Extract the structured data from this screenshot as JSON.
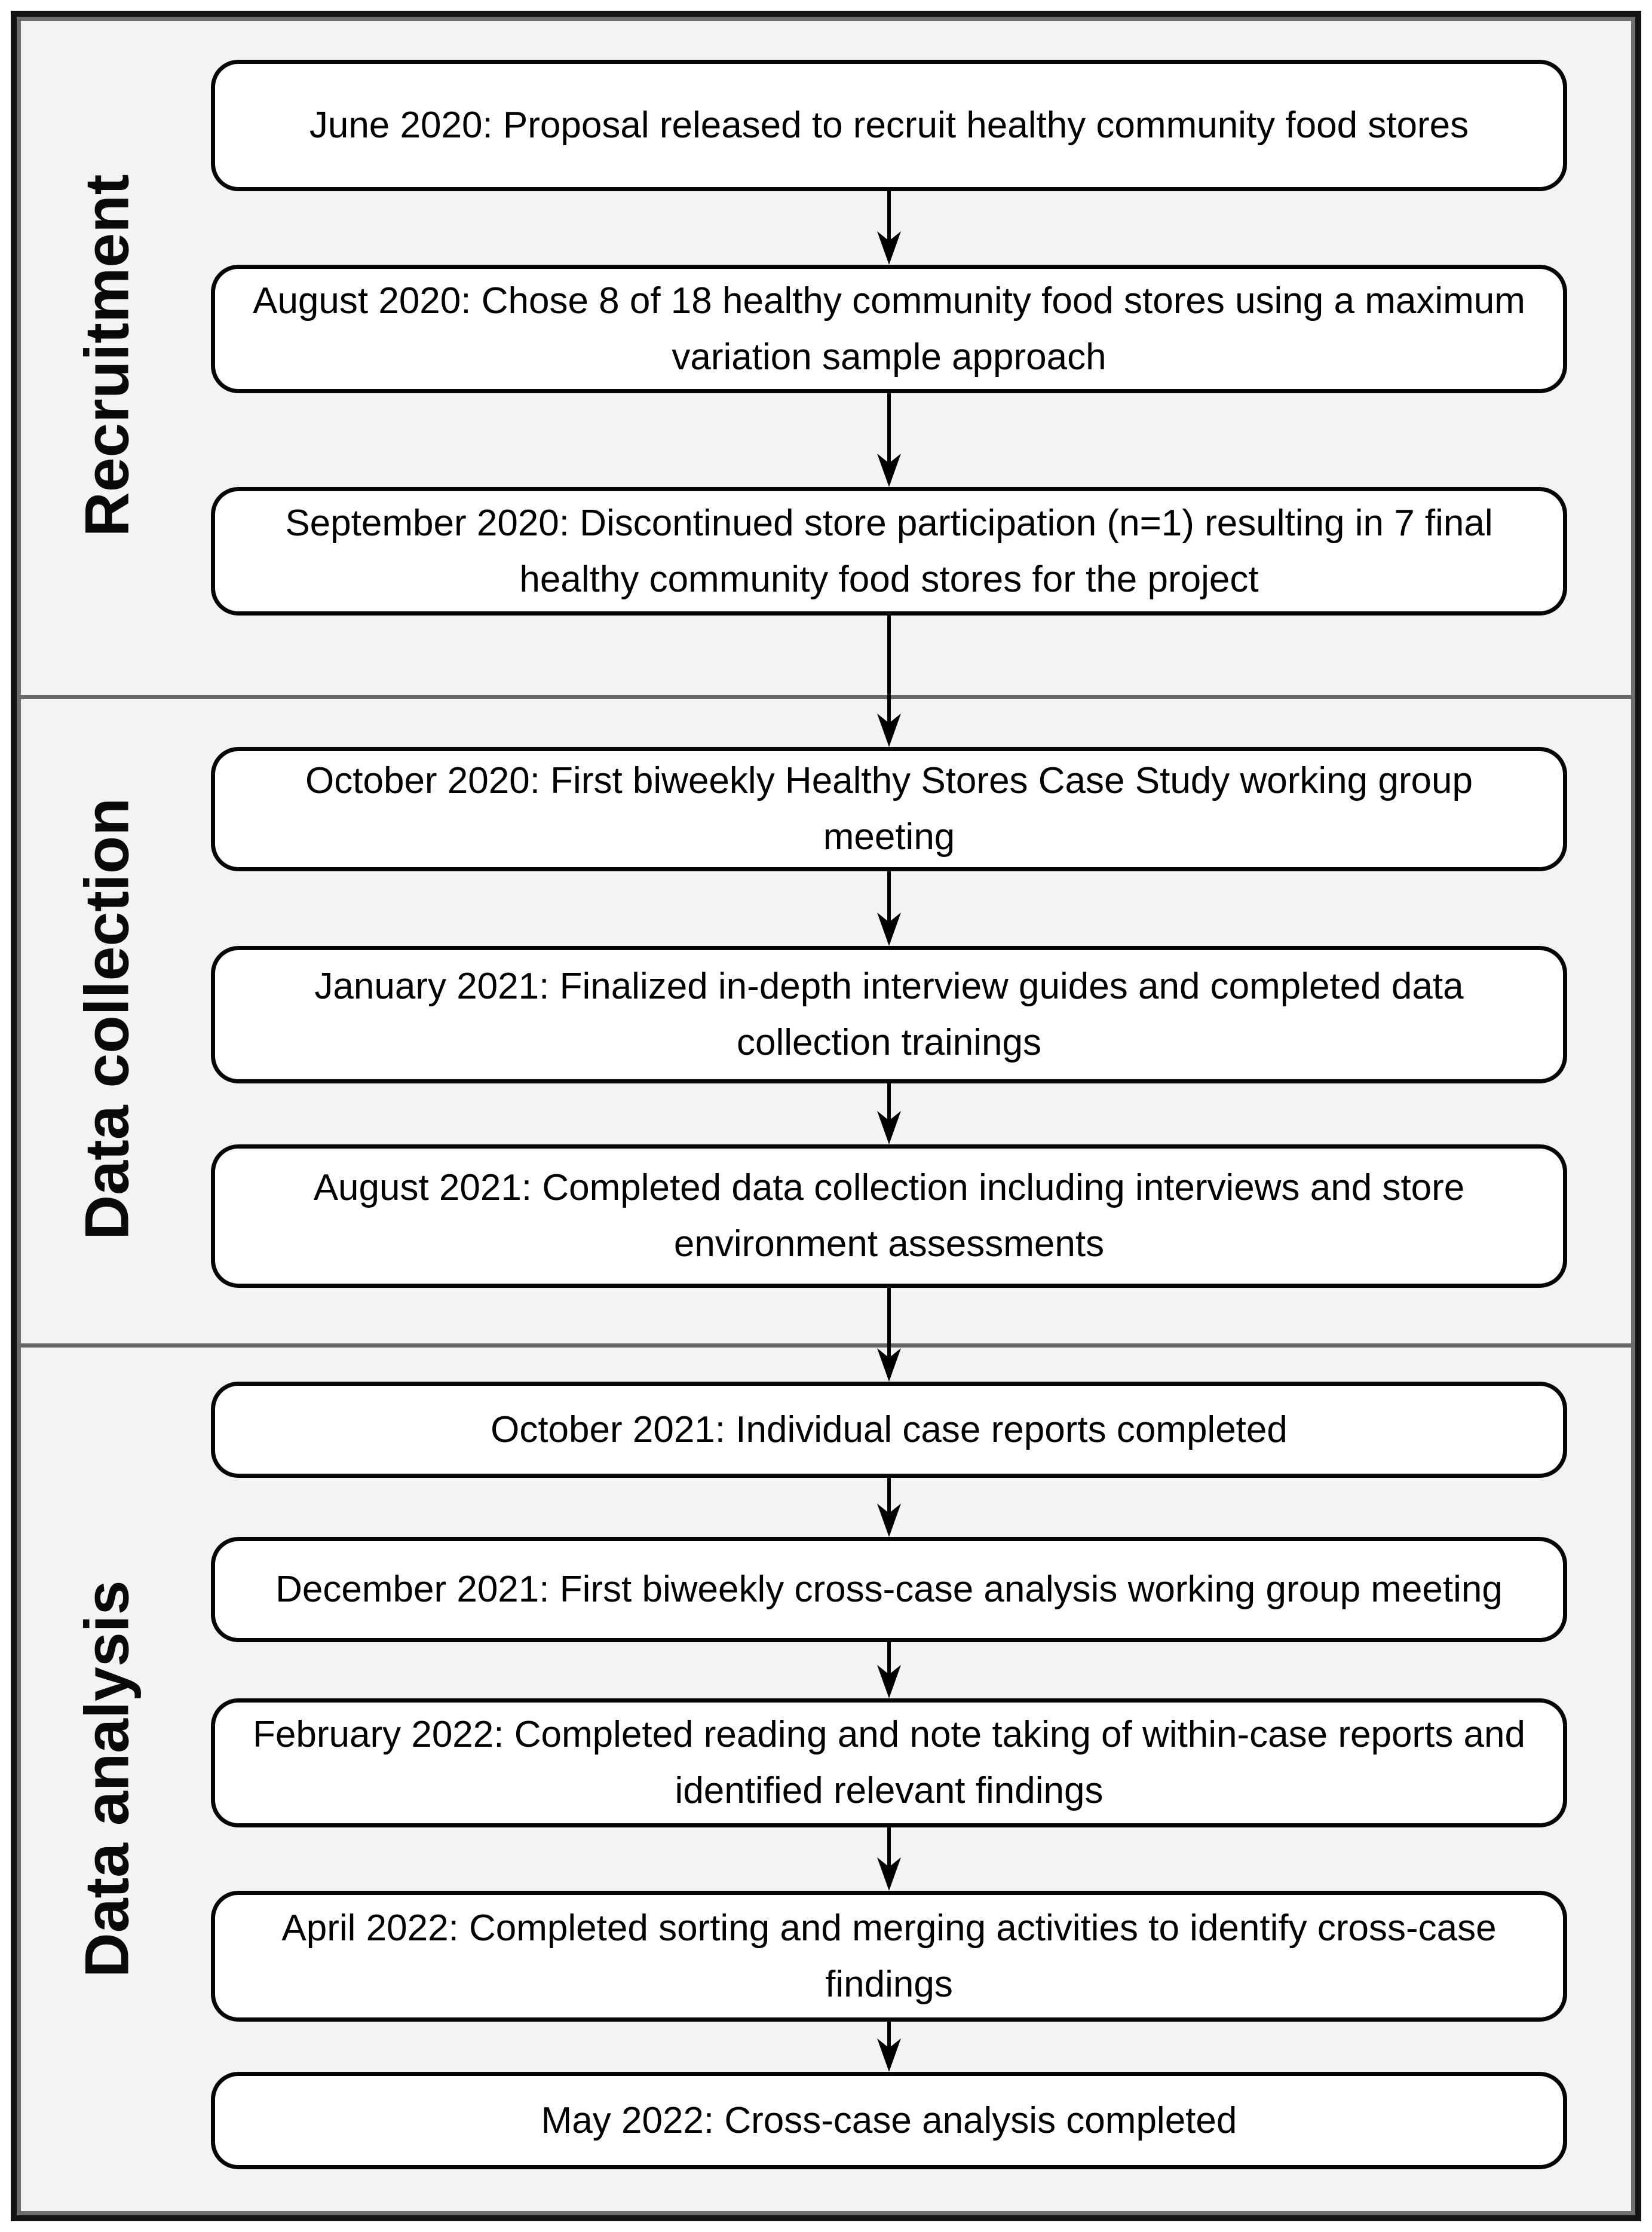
{
  "figure": {
    "title": "Healthy Stores Case Study project timeline flowchart",
    "colors": {
      "page_background": "#ffffff",
      "panel_background": "#f2f3f2",
      "outer_border": "#141414",
      "inner_frame_outline": "#6e6e6e",
      "section_divider": "#6a6a6a",
      "box_fill": "#ffffff",
      "box_border": "#060606",
      "text": "#000000"
    },
    "sections": [
      {
        "label": "Recruitment",
        "boxes": [
          {
            "text": "June 2020: Proposal released to recruit healthy community food stores",
            "lines": [
              "June 2020: Proposal released to recruit healthy community food stores"
            ]
          },
          {
            "text": "August 2020: Chose 8 of 18 healthy community food stores using a maximum variation sample approach",
            "lines": [
              "August 2020: Chose 8 of 18 healthy community food stores using a maximum",
              "variation sample approach"
            ]
          },
          {
            "text": "September 2020: Discontinued store participation (n=1) resulting in 7 final healthy community food stores for the project",
            "lines": [
              "September 2020: Discontinued store participation (n=1) resulting in 7 final",
              "healthy community food stores for the project"
            ]
          }
        ]
      },
      {
        "label": "Data collection",
        "boxes": [
          {
            "text": "October 2020: First biweekly Healthy Stores Case Study working group meeting",
            "lines": [
              "October 2020: First biweekly Healthy Stores Case Study working group",
              "meeting"
            ]
          },
          {
            "text": "January 2021: Finalized in-depth interview guides and completed data collection trainings",
            "lines": [
              "January 2021: Finalized in-depth interview guides and completed data",
              "collection trainings"
            ]
          },
          {
            "text": "August 2021: Completed data collection including interviews and store environment assessments",
            "lines": [
              "August 2021: Completed data collection including interviews and store",
              "environment assessments"
            ]
          }
        ]
      },
      {
        "label": "Data analysis",
        "boxes": [
          {
            "text": "October 2021: Individual case reports completed",
            "lines": [
              "October 2021: Individual case reports completed"
            ]
          },
          {
            "text": "December 2021: First biweekly cross-case analysis working group meeting",
            "lines": [
              "December 2021: First biweekly cross-case analysis working group meeting"
            ]
          },
          {
            "text": "February 2022: Completed reading and note taking of within-case reports and identified relevant findings",
            "lines": [
              "February 2022: Completed reading and note taking of within-case reports and",
              "identified relevant findings"
            ]
          },
          {
            "text": "April 2022: Completed sorting and merging activities to identify cross-case findings",
            "lines": [
              "April 2022: Completed sorting and merging activities to identify cross-case",
              "findings"
            ]
          },
          {
            "text": "May 2022: Cross-case analysis completed",
            "lines": [
              "May 2022: Cross-case analysis completed"
            ]
          }
        ]
      }
    ]
  }
}
